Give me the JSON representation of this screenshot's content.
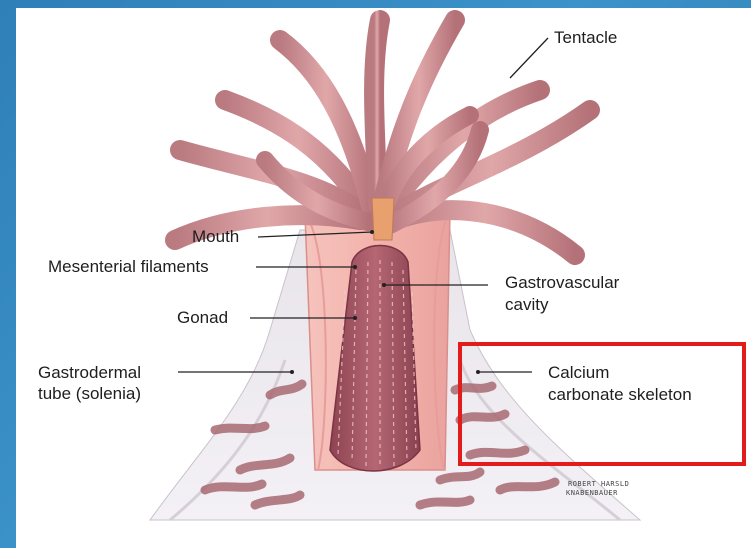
{
  "labels": {
    "tentacle": "Tentacle",
    "mouth": "Mouth",
    "mesenterial_filaments": "Mesenterial filaments",
    "gastrovascular_cavity_1": "Gastrovascular",
    "gastrovascular_cavity_2": "cavity",
    "gonad": "Gonad",
    "gastrodermal_1": "Gastrodermal",
    "gastrodermal_2": "tube (solenia)",
    "calcium_1": "Calcium",
    "calcium_2": "carbonate skeleton"
  },
  "signature": {
    "line1": "ROBERT HARSLD",
    "line2": "KNABENBAUER"
  },
  "colors": {
    "highlight": "#e21b1b",
    "background": "#2f7fb8",
    "tentacle": "#c98a8e",
    "body": "#f0b0ab",
    "column": "#a55a66"
  }
}
